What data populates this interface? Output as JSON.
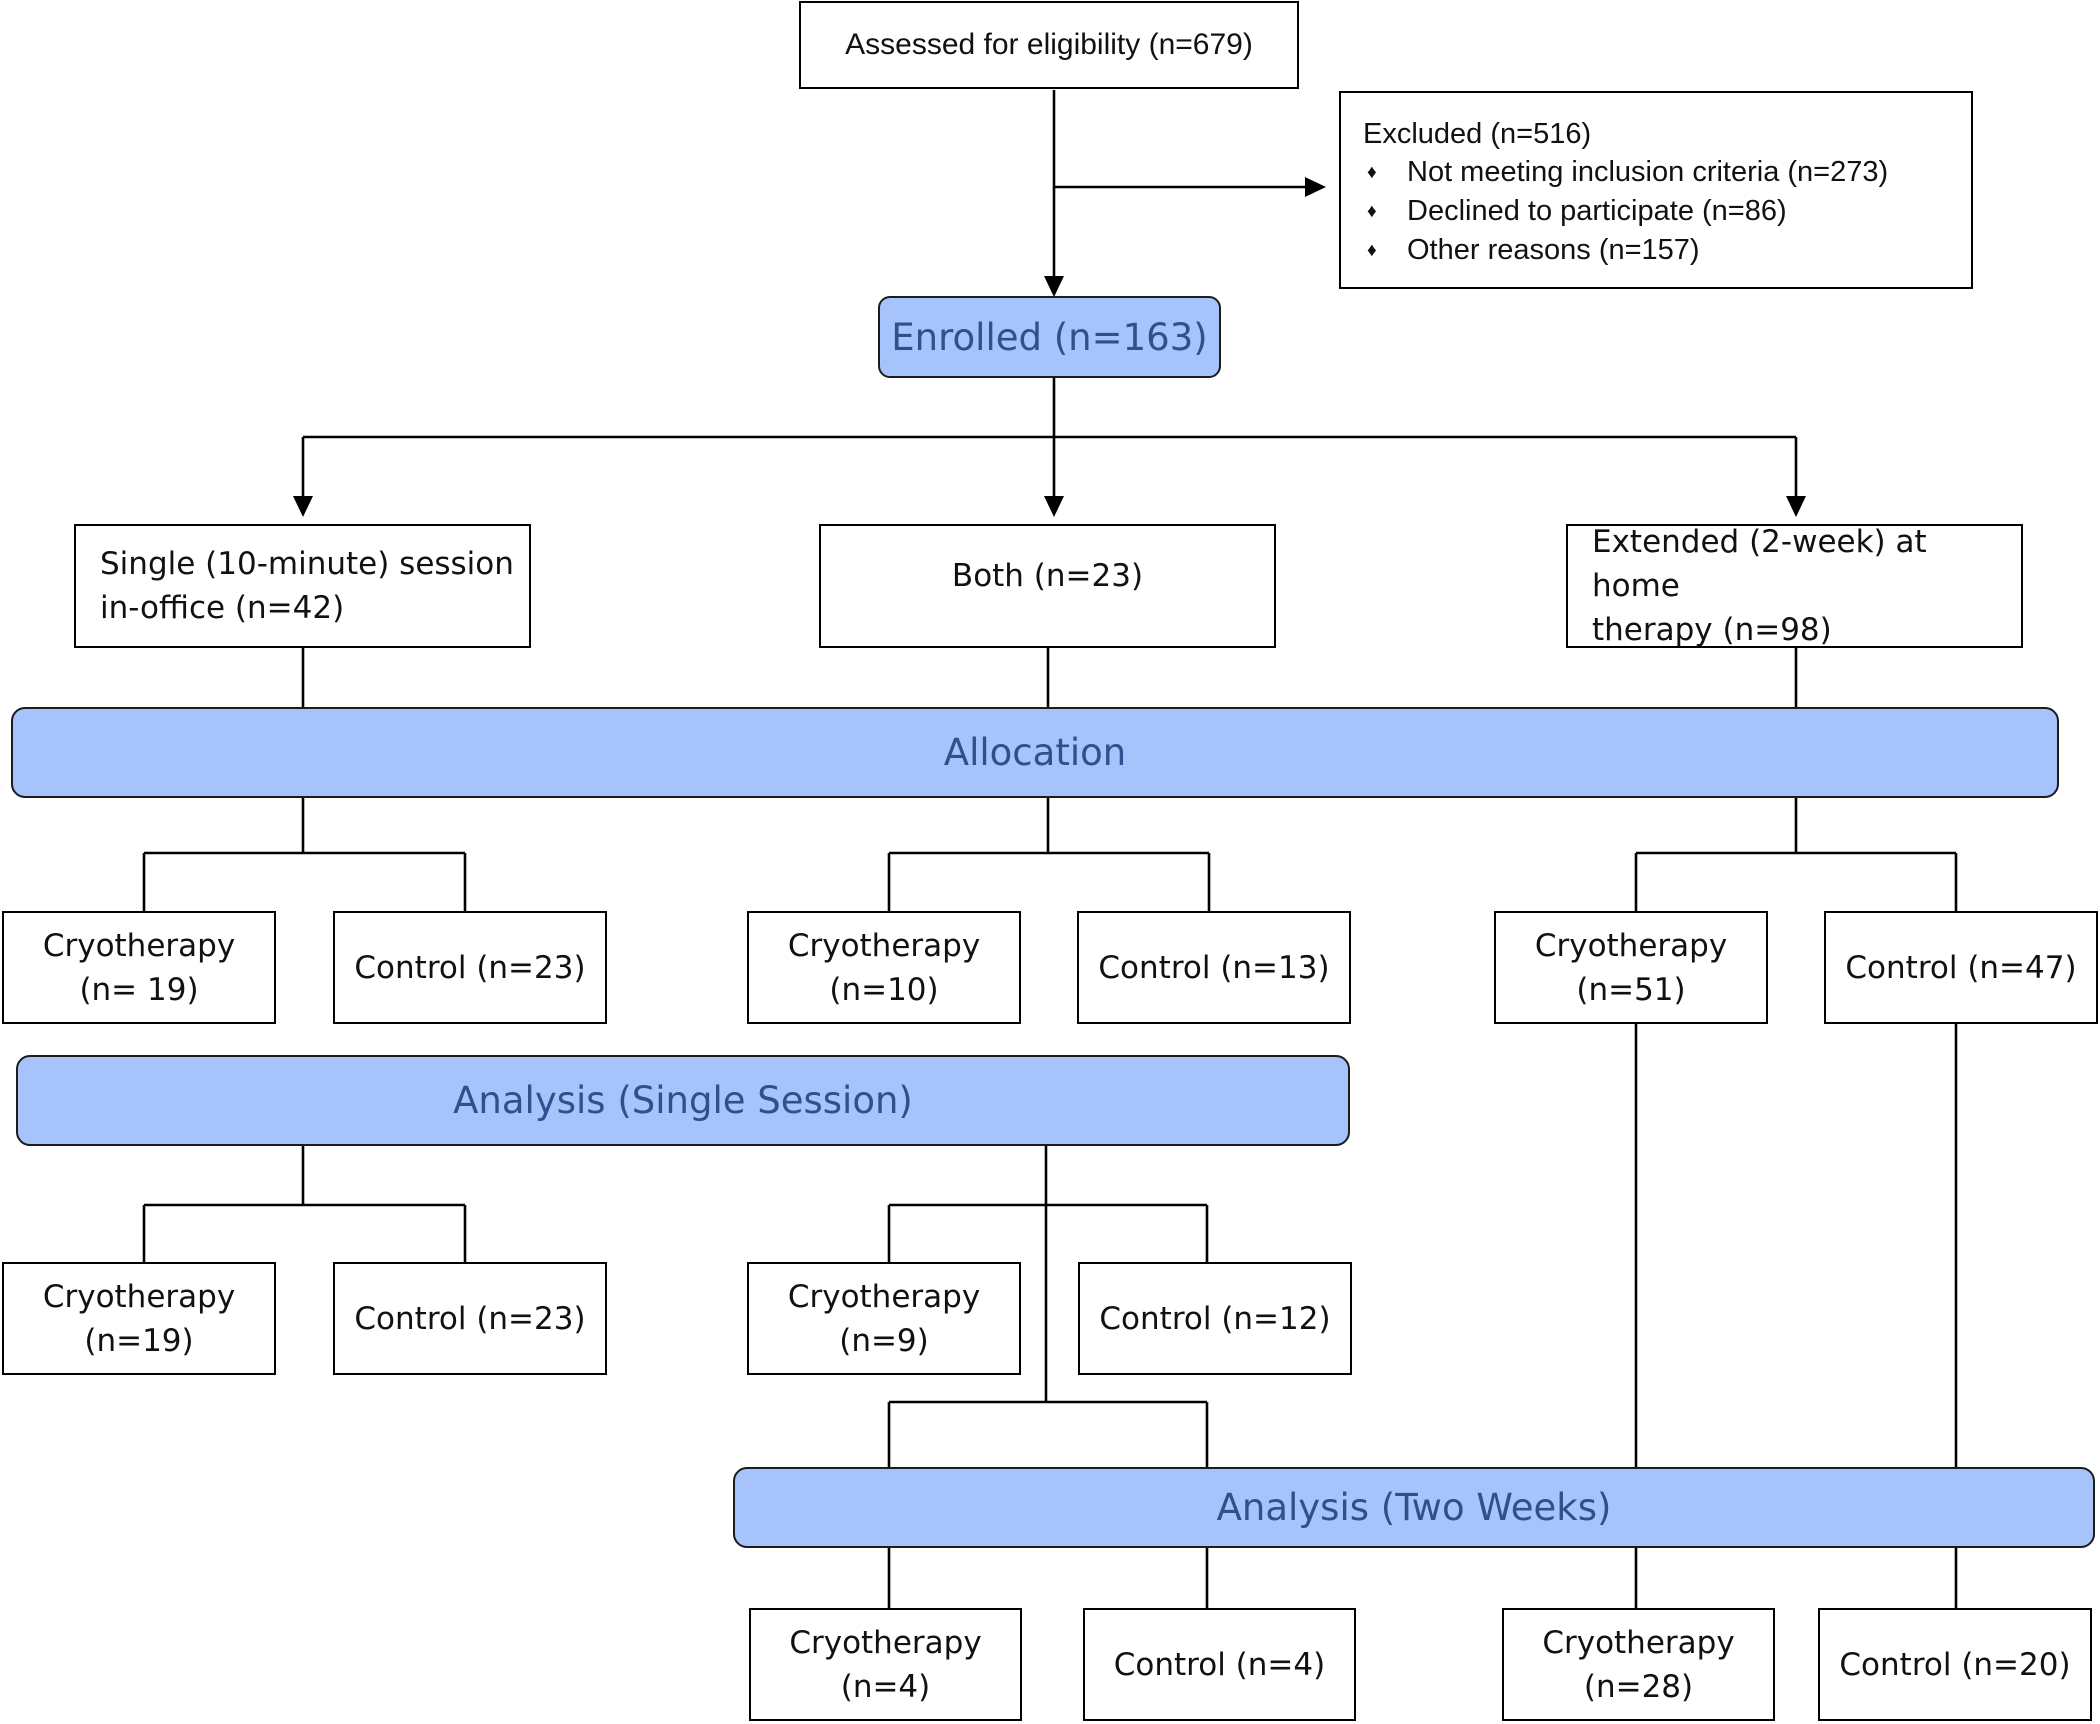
{
  "assessed": "Assessed for eligibility (n=679)",
  "excluded": {
    "title": "Excluded (n=516)",
    "items": [
      "Not meeting inclusion criteria (n=273)",
      "Declined to participate (n=86)",
      "Other reasons (n=157)"
    ]
  },
  "enrolled": "Enrolled (n=163)",
  "groups": {
    "single": {
      "line1": "Single (10-minute) session",
      "line2": "in-office (n=42)"
    },
    "both": {
      "label": "Both (n=23)"
    },
    "extended": {
      "line1": "Extended (2-week) at home",
      "line2": "therapy (n=98)"
    }
  },
  "stages": {
    "allocation": "Allocation",
    "analysis_single": "Analysis (Single Session)",
    "analysis_two_weeks": "Analysis (Two Weeks)"
  },
  "allocation": {
    "single_cryo": {
      "line1": "Cryotherapy",
      "line2": "(n= 19)"
    },
    "single_control": "Control (n=23)",
    "both_cryo": {
      "line1": "Cryotherapy",
      "line2": "(n=10)"
    },
    "both_control": "Control (n=13)",
    "ext_cryo": {
      "line1": "Cryotherapy",
      "line2": "(n=51)"
    },
    "ext_control": "Control (n=47)"
  },
  "analysis_single": {
    "single_cryo": {
      "line1": "Cryotherapy",
      "line2": "(n=19)"
    },
    "single_control": "Control (n=23)",
    "both_cryo": {
      "line1": "Cryotherapy",
      "line2": "(n=9)"
    },
    "both_control": "Control (n=12)"
  },
  "analysis_two_weeks": {
    "both_cryo": {
      "line1": "Cryotherapy",
      "line2": "(n=4)"
    },
    "both_control": "Control (n=4)",
    "ext_cryo": {
      "line1": "Cryotherapy",
      "line2": "(n=28)"
    },
    "ext_control": "Control (n=20)"
  },
  "bullet_glyph": "♦"
}
